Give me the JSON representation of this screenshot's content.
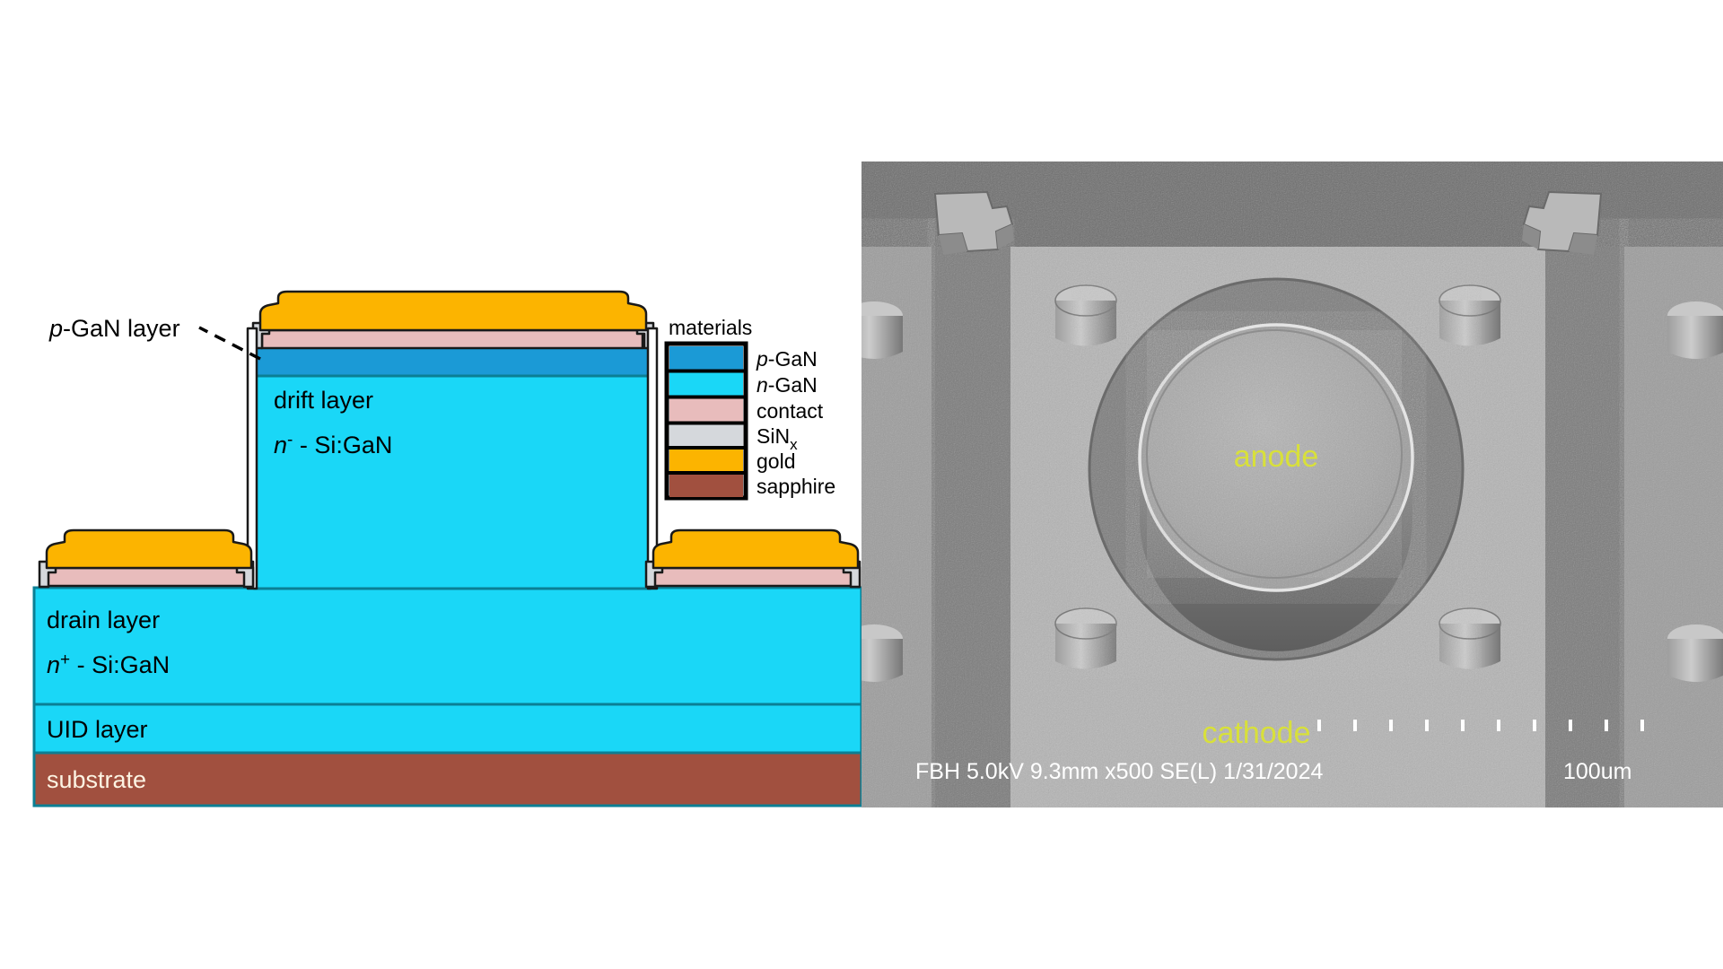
{
  "figure": {
    "panels": [
      "cross-section-diagram",
      "sem-micrograph"
    ]
  },
  "diagram": {
    "callout": {
      "label_italic": "p",
      "label_rest": "-GaN layer"
    },
    "layers": [
      {
        "id": "drift",
        "name": "drift layer",
        "sublabel_italic": "n",
        "sublabel_sup": "-",
        "sublabel_rest": " - Si:GaN",
        "color": "#1ad7f7"
      },
      {
        "id": "drain",
        "name": "drain layer",
        "sublabel_italic": "n",
        "sublabel_sup": "+",
        "sublabel_rest": " - Si:GaN",
        "color": "#1ad7f7"
      },
      {
        "id": "uid",
        "name": "UID layer",
        "sublabel_italic": "",
        "sublabel_sup": "",
        "sublabel_rest": "",
        "color": "#1ad7f7"
      },
      {
        "id": "substrate",
        "name": "substrate",
        "sublabel_italic": "",
        "sublabel_sup": "",
        "sublabel_rest": "",
        "color": "#a1503f"
      }
    ],
    "legend": {
      "title": "materials",
      "items": [
        {
          "label": "p-GaN",
          "label_italic": "p",
          "label_rest": "-GaN",
          "color": "#1b9ad6"
        },
        {
          "label": "n-GaN",
          "label_italic": "n",
          "label_rest": "-GaN",
          "color": "#1ad7f7"
        },
        {
          "label": "contact",
          "label_italic": "",
          "label_rest": "contact",
          "color": "#e8bcbc"
        },
        {
          "label": "SiNx",
          "label_italic": "",
          "label_rest": "SiN",
          "sub": "x",
          "color": "#d5d8dc"
        },
        {
          "label": "gold",
          "label_italic": "",
          "label_rest": "gold",
          "color": "#fcb400"
        },
        {
          "label": "sapphire",
          "label_italic": "",
          "label_rest": "sapphire",
          "color": "#a1503f"
        }
      ]
    },
    "colors": {
      "p_gan": "#1b9ad6",
      "n_gan": "#1ad7f7",
      "contact": "#e8bcbc",
      "sinx": "#d5d8dc",
      "gold": "#fcb400",
      "sapphire": "#a1503f",
      "outline": "#1a1a1a",
      "teal_edge": "#0b7f94"
    }
  },
  "sem": {
    "annotations": [
      {
        "id": "anode",
        "text": "anode"
      },
      {
        "id": "cathode",
        "text": "cathode"
      }
    ],
    "info_bar": {
      "text": "FBH 5.0kV 9.3mm x500 SE(L) 1/31/2024",
      "scale_label": "100um"
    },
    "colors": {
      "annotation": "#d8e03a",
      "info_text": "#ffffff"
    }
  }
}
